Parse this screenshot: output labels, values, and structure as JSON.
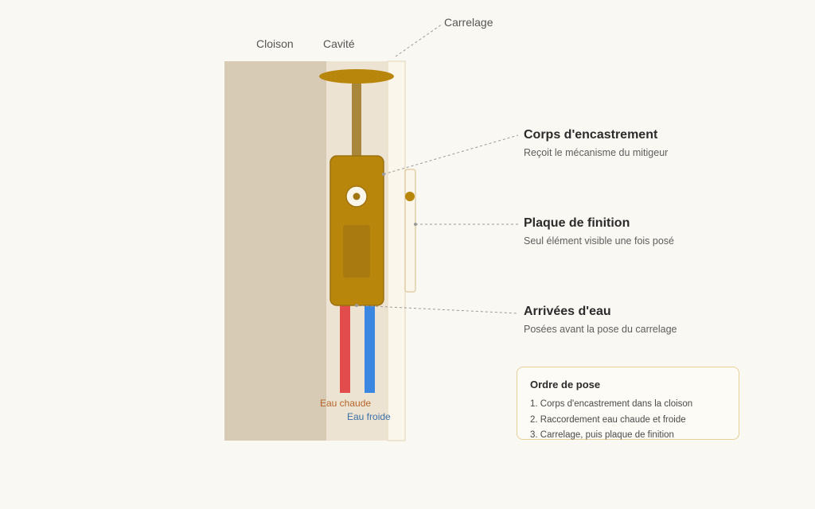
{
  "labels": {
    "cloison": "Cloison",
    "cavite": "Cavité",
    "carrelage": "Carrelage",
    "eau_chaude": "Eau chaude",
    "eau_froide": "Eau froide"
  },
  "callouts": {
    "corps": {
      "title": "Corps d'encastrement",
      "desc": "Reçoit le mécanisme du mitigeur"
    },
    "plaque": {
      "title": "Plaque de finition",
      "desc": "Seul élément visible une fois posé"
    },
    "arrivees": {
      "title": "Arrivées d'eau",
      "desc": "Posées avant la pose du carrelage"
    }
  },
  "order": {
    "title": "Ordre de pose",
    "items": [
      "1. Corps d'encastrement dans la cloison",
      "2. Raccordement eau chaude et froide",
      "3. Carrelage, puis plaque de finition"
    ]
  },
  "colors": {
    "background": "#faf8f3",
    "wall": "#d8cbb6",
    "cavity": "#ede3d2",
    "tile": "#fbf6ec",
    "brass": "#b8860b",
    "brass_dark": "#a07512",
    "hot_water": "#e24c4c",
    "cold_water": "#3b86e0",
    "hot_label": "#b5652a",
    "cold_label": "#3b6fa8"
  }
}
